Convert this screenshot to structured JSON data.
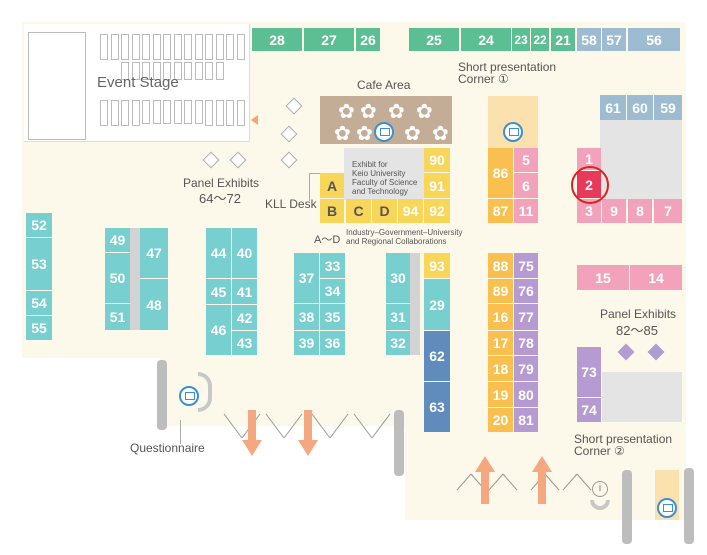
{
  "labels": {
    "event_stage": "Event Stage",
    "cafe_area": "Cafe Area",
    "short_presentation_1": [
      "Short presentation",
      "Corner ①"
    ],
    "short_presentation_2": [
      "Short presentation",
      "Corner ②"
    ],
    "panel_exhibits_left": [
      "Panel Exhibits",
      "64～72"
    ],
    "panel_exhibits_right": [
      "Panel Exhibits",
      "82～85"
    ],
    "kll_desk": "KLL Desk",
    "exhibit_keio": [
      "Exhibit for",
      "Keio University",
      "Faculty of Science",
      "and Technology"
    ],
    "a_d": "A～D",
    "industry": [
      "Industry–Government–University",
      "and Regional Collaborations"
    ],
    "questionnaire": "Questionnaire"
  },
  "colors": {
    "green": "#5cbf94",
    "blue_gray": "#9dbcd2",
    "teal": "#77cfcf",
    "yellow": "#f7d65a",
    "orange": "#f9c04f",
    "pink": "#f2a3bb",
    "purple": "#b69ad2",
    "red_highlight": "#e8395a",
    "dark_blue": "#5f8cbd",
    "wood": "#c4ad97",
    "peach_zone": "#fbe1ae",
    "arrow": "#f5a780"
  },
  "booths": [
    {
      "id": "28",
      "color": "green"
    },
    {
      "id": "27",
      "color": "green"
    },
    {
      "id": "26",
      "color": "green"
    },
    {
      "id": "25",
      "color": "green"
    },
    {
      "id": "24",
      "color": "green"
    },
    {
      "id": "23",
      "color": "green"
    },
    {
      "id": "22",
      "color": "green"
    },
    {
      "id": "21",
      "color": "green"
    },
    {
      "id": "58",
      "color": "blue_gray"
    },
    {
      "id": "57",
      "color": "blue_gray"
    },
    {
      "id": "56",
      "color": "blue_gray"
    },
    {
      "id": "61",
      "color": "blue_gray"
    },
    {
      "id": "60",
      "color": "blue_gray"
    },
    {
      "id": "59",
      "color": "blue_gray"
    },
    {
      "id": "90",
      "color": "yellow"
    },
    {
      "id": "91",
      "color": "yellow"
    },
    {
      "id": "92",
      "color": "yellow"
    },
    {
      "id": "94",
      "color": "yellow"
    },
    {
      "id": "A",
      "color": "yellow"
    },
    {
      "id": "B",
      "color": "yellow"
    },
    {
      "id": "C",
      "color": "yellow"
    },
    {
      "id": "D",
      "color": "yellow"
    },
    {
      "id": "86",
      "color": "orange"
    },
    {
      "id": "87",
      "color": "orange"
    },
    {
      "id": "5",
      "color": "pink"
    },
    {
      "id": "6",
      "color": "pink"
    },
    {
      "id": "11",
      "color": "pink"
    },
    {
      "id": "1",
      "color": "pink"
    },
    {
      "id": "2",
      "color": "red_highlight"
    },
    {
      "id": "3",
      "color": "pink"
    },
    {
      "id": "9",
      "color": "pink"
    },
    {
      "id": "8",
      "color": "pink"
    },
    {
      "id": "7",
      "color": "pink"
    },
    {
      "id": "15",
      "color": "pink"
    },
    {
      "id": "14",
      "color": "pink"
    },
    {
      "id": "52",
      "color": "teal"
    },
    {
      "id": "53",
      "color": "teal"
    },
    {
      "id": "54",
      "color": "teal"
    },
    {
      "id": "55",
      "color": "teal"
    },
    {
      "id": "49",
      "color": "teal"
    },
    {
      "id": "50",
      "color": "teal"
    },
    {
      "id": "51",
      "color": "teal"
    },
    {
      "id": "47",
      "color": "teal"
    },
    {
      "id": "48",
      "color": "teal"
    },
    {
      "id": "44",
      "color": "teal"
    },
    {
      "id": "40",
      "color": "teal"
    },
    {
      "id": "45",
      "color": "teal"
    },
    {
      "id": "41",
      "color": "teal"
    },
    {
      "id": "46",
      "color": "teal"
    },
    {
      "id": "42",
      "color": "teal"
    },
    {
      "id": "43",
      "color": "teal"
    },
    {
      "id": "37",
      "color": "teal"
    },
    {
      "id": "33",
      "color": "teal"
    },
    {
      "id": "34",
      "color": "teal"
    },
    {
      "id": "38",
      "color": "teal"
    },
    {
      "id": "35",
      "color": "teal"
    },
    {
      "id": "39",
      "color": "teal"
    },
    {
      "id": "36",
      "color": "teal"
    },
    {
      "id": "30",
      "color": "teal"
    },
    {
      "id": "31",
      "color": "teal"
    },
    {
      "id": "32",
      "color": "teal"
    },
    {
      "id": "93",
      "color": "yellow"
    },
    {
      "id": "29",
      "color": "teal"
    },
    {
      "id": "62",
      "color": "dark_blue"
    },
    {
      "id": "63",
      "color": "dark_blue"
    },
    {
      "id": "88",
      "color": "orange"
    },
    {
      "id": "89",
      "color": "orange"
    },
    {
      "id": "16",
      "color": "orange"
    },
    {
      "id": "17",
      "color": "orange"
    },
    {
      "id": "18",
      "color": "orange"
    },
    {
      "id": "19",
      "color": "orange"
    },
    {
      "id": "20",
      "color": "orange"
    },
    {
      "id": "75",
      "color": "purple"
    },
    {
      "id": "76",
      "color": "purple"
    },
    {
      "id": "77",
      "color": "purple"
    },
    {
      "id": "78",
      "color": "purple"
    },
    {
      "id": "79",
      "color": "purple"
    },
    {
      "id": "80",
      "color": "purple"
    },
    {
      "id": "81",
      "color": "purple"
    },
    {
      "id": "73",
      "color": "purple"
    },
    {
      "id": "74",
      "color": "purple"
    }
  ],
  "highlighted_booth": "2"
}
